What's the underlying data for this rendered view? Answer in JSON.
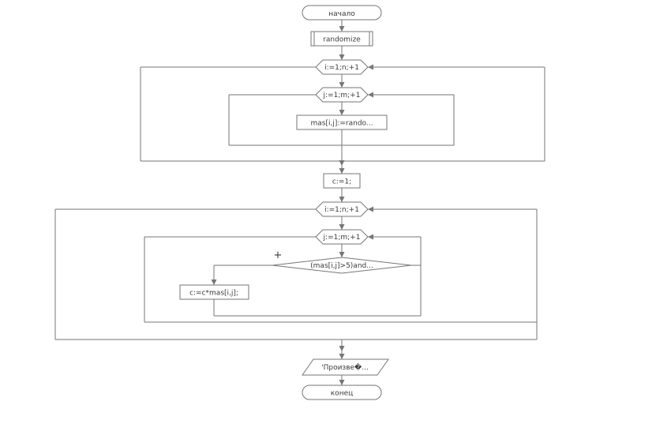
{
  "diagram": {
    "background": "#ffffff",
    "stroke_color": "#767676",
    "text_color": "#3a3a3a",
    "nodes": {
      "start": "начало",
      "randomize": "randomize",
      "outer_loop_1": "i:=1;n;+1",
      "inner_loop_1": "j:=1;m;+1",
      "assign_mas": "mas[i,j]:=rando...",
      "assign_c_init": "c:=1;",
      "outer_loop_2": "i:=1;n;+1",
      "inner_loop_2": "j:=1;m;+1",
      "condition": "(mas[i,j]>5)and...",
      "condition_true_label": "+",
      "assign_c_mul": "c:=c*mas[i,j];",
      "output": "'Произве�...",
      "end": "конец"
    }
  }
}
